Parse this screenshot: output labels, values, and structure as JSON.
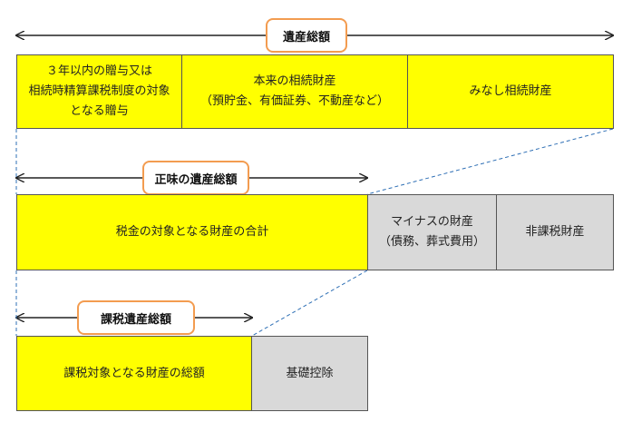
{
  "level1": {
    "label": "遺産総額",
    "cells": [
      "３年以内の贈与又は\n相続時精算課税制度の対象\nとなる贈与",
      "本来の相続財産\n（預貯金、有価証券、不動産など）",
      "みなし相続財産"
    ]
  },
  "level2": {
    "label": "正味の遺産総額",
    "cells": [
      "税金の対象となる財産の合計",
      "マイナスの財産\n（債務、葬式費用）",
      "非課税財産"
    ]
  },
  "level3": {
    "label": "課税遺産総額",
    "cells": [
      "課税対象となる財産の総額",
      "基礎控除"
    ]
  },
  "colors": {
    "highlight": "#ffff00",
    "deduction": "#d9d9d9",
    "label_border": "#f39c50",
    "connector": "#2e6fb5"
  }
}
